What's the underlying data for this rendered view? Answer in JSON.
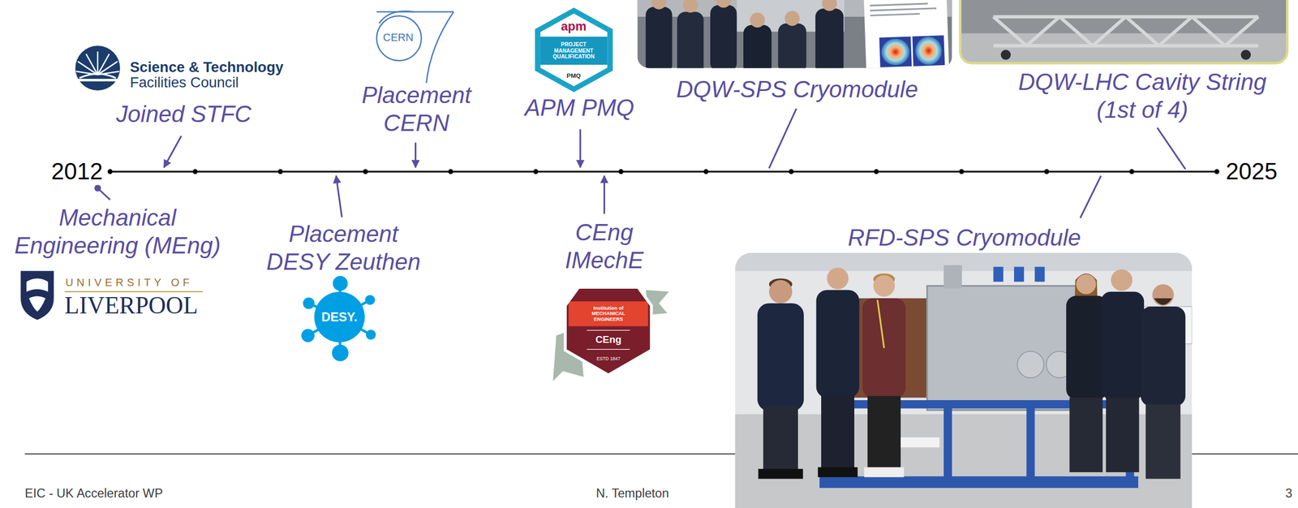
{
  "diagram": {
    "nodes": [
      {
        "text": [
          "apm",
          "PROJECT MANAGEMENT QUALIFICATION",
          "PMQ"
        ]
      },
      {
        "text": [
          "DESY."
        ]
      },
      {
        "text": [
          "Institution of MECHANICAL ENGINEERS",
          "CEng",
          "ESTD 1847"
        ]
      }
    ],
    "labels": [
      "Science & Technology",
      "Facilities Council",
      "Joined STFC",
      "CERN",
      "Placement CERN",
      "APM PMQ",
      "DQW-SPS Cryomodule",
      "DQW-LHC Cavity String (1st of 4)",
      "2012",
      "2025",
      "Mechanical Engineering (MEng)",
      "UNIVERSITY OF",
      "LIVERPOOL",
      "Placement DESY Zeuthen",
      "CEng IMechE",
      "RFD-SPS Cryomodule",
      "EIC - UK Accelerator WP",
      "N. Templeton",
      "3"
    ]
  }
}
